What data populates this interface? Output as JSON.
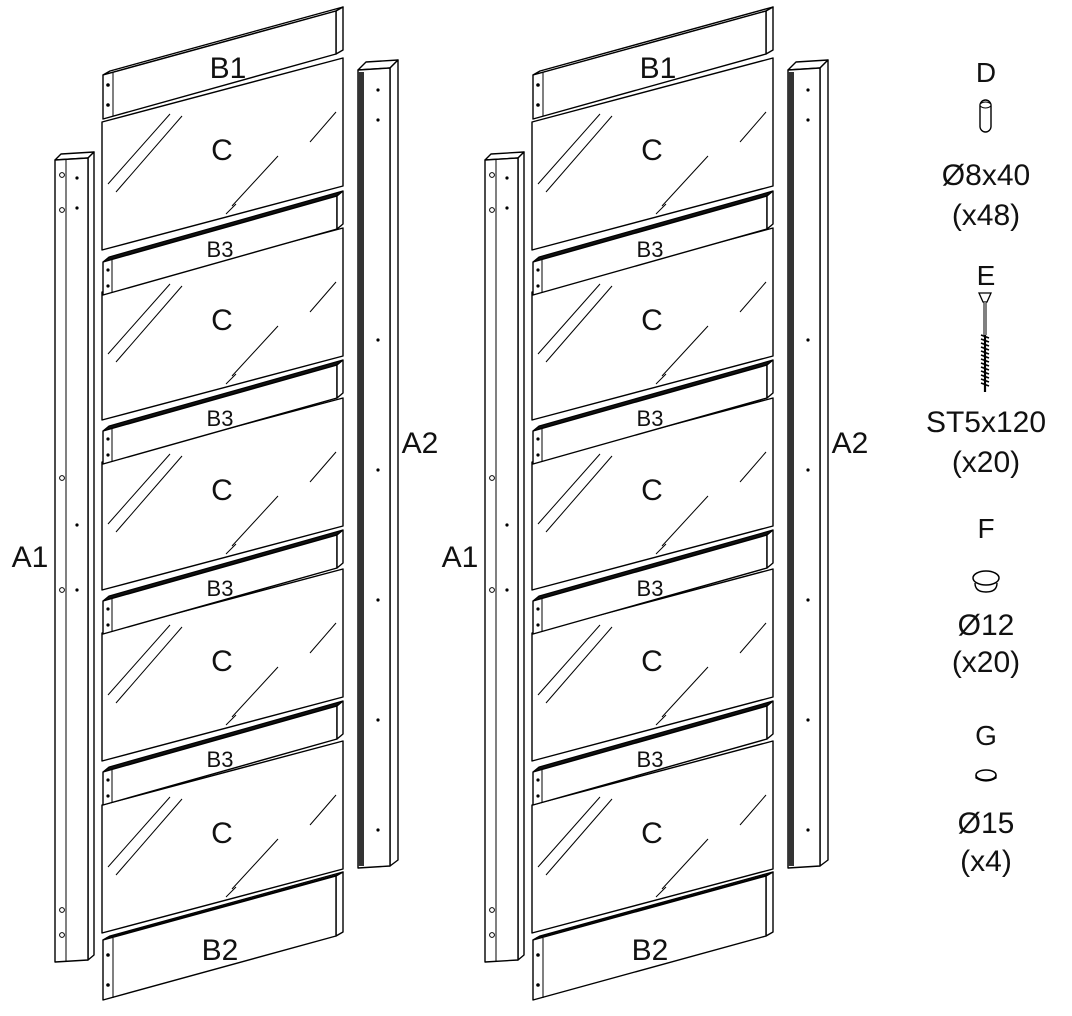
{
  "panels": [
    {
      "rail_left": "A1",
      "rail_right": "A2",
      "top_rail": "B1",
      "bottom_rail": "B2",
      "mid_rails": [
        "B3",
        "B3",
        "B3",
        "B3"
      ],
      "glass": [
        "C",
        "C",
        "C",
        "C",
        "C"
      ]
    },
    {
      "rail_left": "A1",
      "rail_right": "A2",
      "top_rail": "B1",
      "bottom_rail": "B2",
      "mid_rails": [
        "B3",
        "B3",
        "B3",
        "B3"
      ],
      "glass": [
        "C",
        "C",
        "C",
        "C",
        "C"
      ]
    }
  ],
  "hardware": [
    {
      "letter": "D",
      "size": "Ø8x40",
      "qty": "(x48)",
      "icon": "dowel-icon"
    },
    {
      "letter": "E",
      "size": "ST5x120",
      "qty": "(x20)",
      "icon": "screw-icon"
    },
    {
      "letter": "F",
      "size": "Ø12",
      "qty": "(x20)",
      "icon": "cap-icon"
    },
    {
      "letter": "G",
      "size": "Ø15",
      "qty": "(x4)",
      "icon": "disc-icon"
    }
  ]
}
